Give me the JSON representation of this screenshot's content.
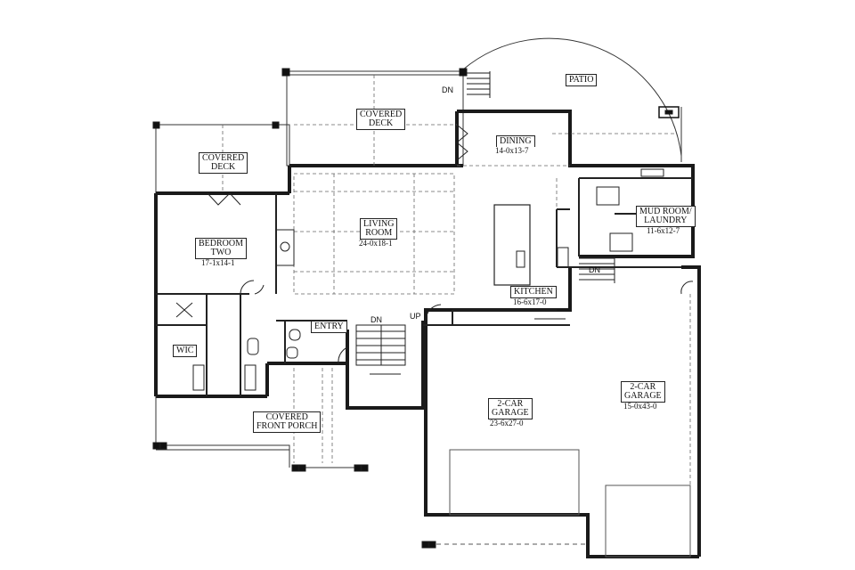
{
  "rooms": {
    "covered_deck_top": {
      "line1": "COVERED",
      "line2": "DECK"
    },
    "covered_deck_left": {
      "line1": "COVERED",
      "line2": "DECK"
    },
    "patio": {
      "name": "PATIO"
    },
    "dining": {
      "name": "DINING",
      "dims": "14-0x13-7"
    },
    "living_room": {
      "line1": "LIVING",
      "line2": "ROOM",
      "dims": "24-0x18-1"
    },
    "bedroom_two": {
      "line1": "BEDROOM",
      "line2": "TWO",
      "dims": "17-1x14-1"
    },
    "mud_room": {
      "line1": "MUD ROOM/",
      "line2": "LAUNDRY",
      "dims": "11-6x12-7"
    },
    "kitchen": {
      "name": "KITCHEN",
      "dims": "16-6x17-0"
    },
    "entry": {
      "name": "ENTRY"
    },
    "wic": {
      "name": "WIC"
    },
    "garage_2car_left": {
      "line1": "2-CAR",
      "line2": "GARAGE",
      "dims": "23-6x27-0"
    },
    "garage_2car_right": {
      "line1": "2-CAR",
      "line2": "GARAGE",
      "dims": "15-0x43-0"
    },
    "covered_front_porch": {
      "line1": "COVERED",
      "line2": "FRONT PORCH"
    }
  },
  "stair_tags": {
    "dn_top": "DN",
    "dn_mud": "DN",
    "dn_stair": "DN",
    "up_stair": "UP"
  },
  "colors": {
    "wall": "#1a1a1a",
    "thin": "#333333",
    "dashed": "#555555",
    "background": "#ffffff"
  }
}
